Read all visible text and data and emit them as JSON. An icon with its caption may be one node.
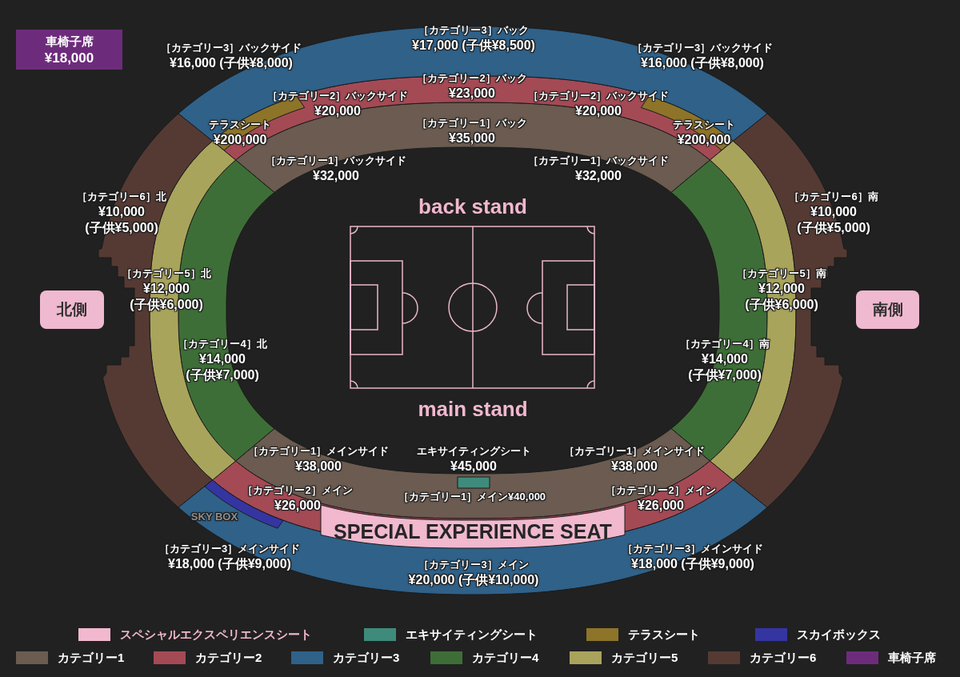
{
  "diagram": {
    "nodes": [
      {
        "text": [
          "車椅子席",
          "¥18,000"
        ]
      },
      {
        "text": [
          "北側"
        ]
      },
      {
        "text": [
          "南側"
        ]
      },
      {
        "text": [
          "SPECIAL EXPERIENCE SEAT"
        ]
      }
    ],
    "labels": [
      "［カテゴリー3］バック ¥17,000 (子供¥8,500)",
      "［カテゴリー3］バックサイド ¥16,000 (子供¥8,000)",
      "［カテゴリー3］バックサイド ¥16,000 (子供¥8,000)",
      "［カテゴリー2］バック ¥23,000",
      "［カテゴリー2］バックサイド ¥20,000",
      "［カテゴリー2］バックサイド ¥20,000",
      "テラスシート ¥200,000",
      "［カテゴリー1］バック ¥35,000",
      "テラスシート ¥200,000",
      "［カテゴリー1］バックサイド ¥32,000",
      "［カテゴリー1］バックサイド ¥32,000",
      "［カテゴリー6］北 ¥10,000 (子供¥5,000)",
      "back stand",
      "［カテゴリー6］南 ¥10,000 (子供¥5,000)",
      "［カテゴリー5］北 ¥12,000 (子供¥6,000)",
      "［カテゴリー5］南 ¥12,000 (子供¥6,000)",
      "［カテゴリー4］北 ¥14,000 (子供¥7,000)",
      "［カテゴリー4］南 ¥14,000 (子供¥7,000)",
      "main stand",
      "［カテゴリー1］メインサイド ¥38,000",
      "エキサイティングシート ¥45,000",
      "［カテゴリー1］メインサイド ¥38,000",
      "［カテゴリー2］メイン ¥26,000",
      "［カテゴリー1］メイン¥40,000",
      "［カテゴリー2］メイン ¥26,000",
      "SKY BOX",
      "［カテゴリー3］メインサイド ¥18,000 (子供¥9,000)",
      "［カテゴリー3］メイン ¥20,000 (子供¥10,000)",
      "［カテゴリー3］メインサイド ¥18,000 (子供¥9,000)"
    ],
    "legend": [
      {
        "text": "スペシャルエクスペリエンスシート",
        "color": "#f1b8ce"
      },
      {
        "text": "エキサイティングシート",
        "color": "#3f8b7b"
      },
      {
        "text": "テラスシート",
        "color": "#8d7429"
      },
      {
        "text": "スカイボックス",
        "color": "#3535a2"
      },
      {
        "text": "カテゴリー1",
        "color": "#6b5b50"
      },
      {
        "text": "カテゴリー2",
        "color": "#a44a55"
      },
      {
        "text": "カテゴリー3",
        "color": "#2f6189"
      },
      {
        "text": "カテゴリー4",
        "color": "#3e6e37"
      },
      {
        "text": "カテゴリー5",
        "color": "#a9a45b"
      },
      {
        "text": "カテゴリー6",
        "color": "#553a33"
      },
      {
        "text": "車椅子席",
        "color": "#6d2c7b"
      }
    ]
  }
}
